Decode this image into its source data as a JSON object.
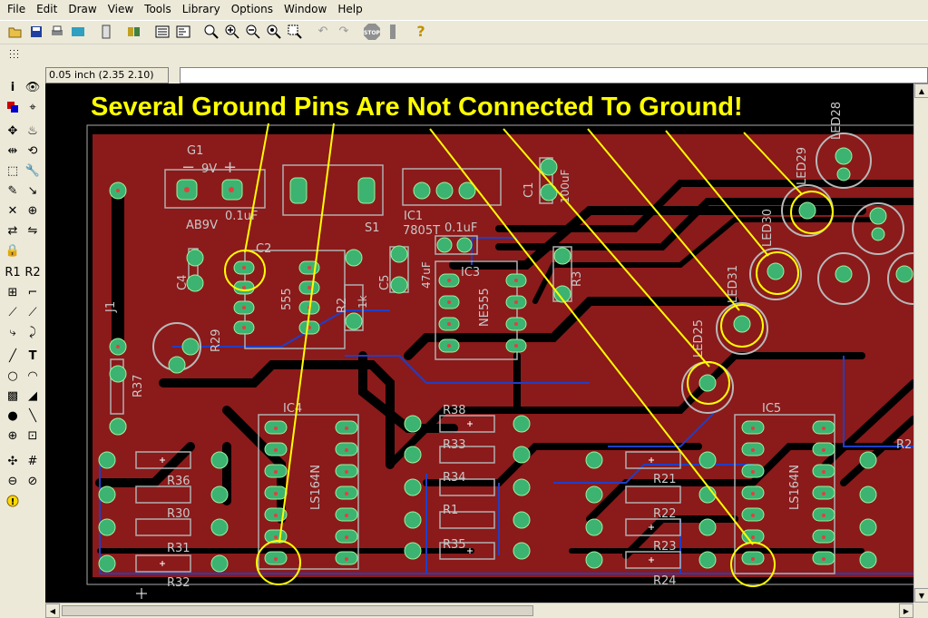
{
  "menu": [
    "File",
    "Edit",
    "Draw",
    "View",
    "Tools",
    "Library",
    "Options",
    "Window",
    "Help"
  ],
  "toolbar": {
    "icons": [
      "open-icon",
      "save-icon",
      "print-icon",
      "cam-icon",
      "board-icon",
      "library-icon",
      "script-icon",
      "run-icon",
      "zoom-fit-icon",
      "zoom-in-icon",
      "zoom-out-icon",
      "zoom-redraw-icon",
      "zoom-select-icon",
      "undo-icon",
      "redo-icon",
      "stop-icon",
      "go-icon",
      "help-icon"
    ],
    "stop_label": "STOP",
    "help_label": "?"
  },
  "coords": "0.05 inch (2.35 2.10)",
  "annotation": "Several Ground Pins Are Not Connected To Ground!",
  "labels": {
    "G1": "G1",
    "bat": "AB9V",
    "nine_v": "9V",
    "minus": "−",
    "plus": "+",
    "S1": "S1",
    "IC1": "IC1",
    "reg": "7805T",
    "uf01a": "0.1uF",
    "uf01b": "0.1uF",
    "C1": "C1",
    "uf100": "100uF",
    "C2": "C2",
    "C4": "C4",
    "C5": "C5",
    "uf47": "47uF",
    "IC2_555": "555",
    "IC3": "IC3",
    "NE555": "NE555",
    "R2": "R2",
    "k1": "1k",
    "R3": "R3",
    "J1": "J1",
    "R29": "R29",
    "R37": "R37",
    "IC4": "IC4",
    "S164N_a": "LS164N",
    "IC5": "IC5",
    "S164N_b": "LS164N",
    "R36": "R36",
    "R30": "R30",
    "R31": "R31",
    "R32": "R32",
    "R38": "R38",
    "R33": "R33",
    "R34": "R34",
    "R1": "R1",
    "R35": "R35",
    "R21": "R21",
    "R22": "R22",
    "R23": "R23",
    "R24": "R24",
    "R2x": "R2",
    "LED25": "LED25",
    "LED28": "LED28",
    "LED29": "LED29",
    "LED30": "LED30",
    "LED31": "LED31"
  },
  "colors": {
    "board": "#8b1a1a",
    "pad": "#3cb371",
    "circle": "#ffff00",
    "trace_blue": "#1f3fc8"
  }
}
